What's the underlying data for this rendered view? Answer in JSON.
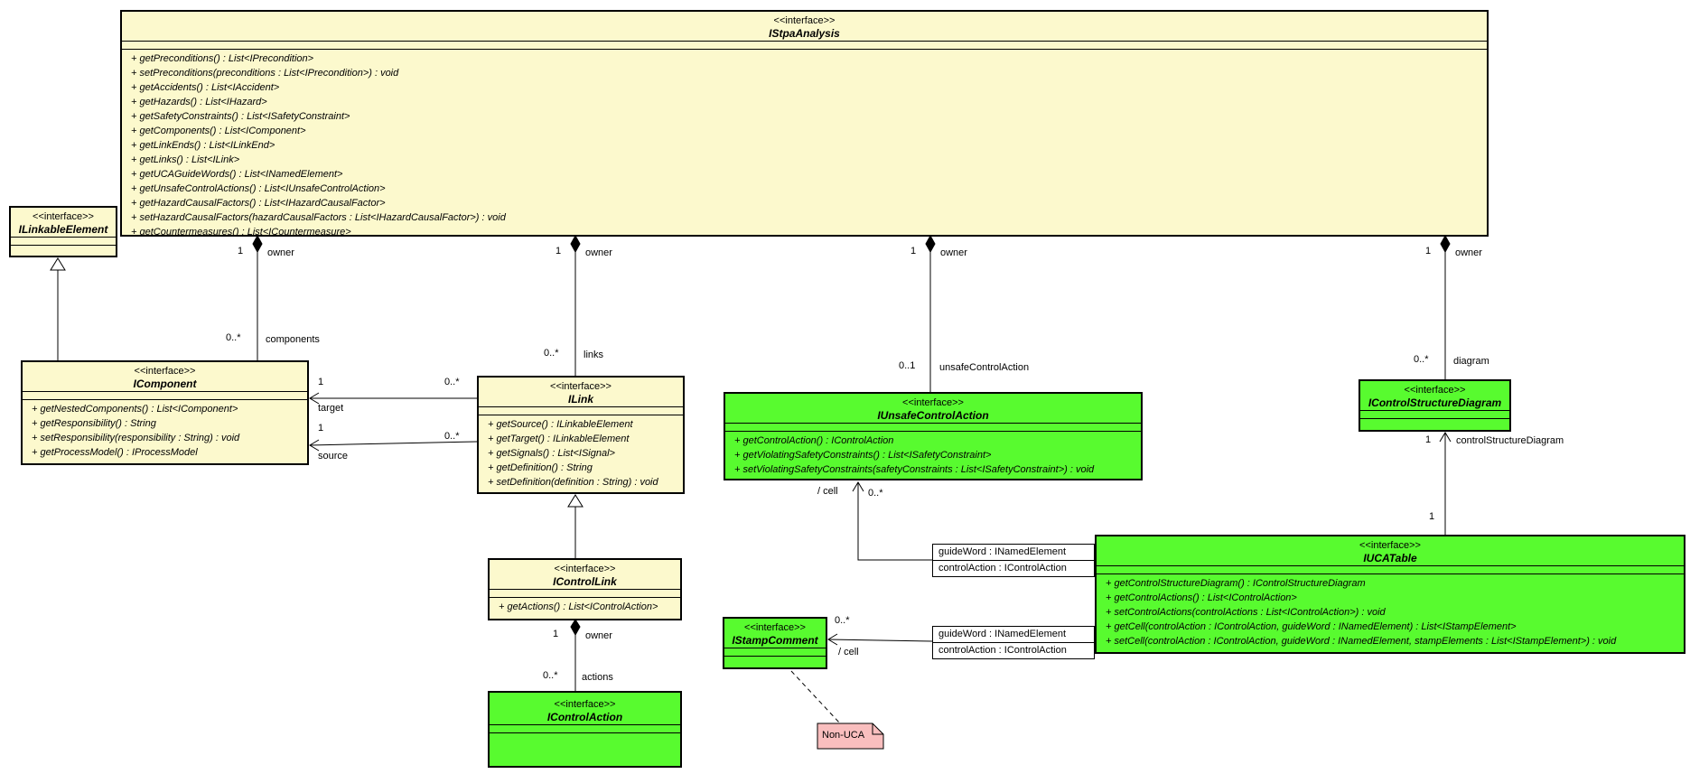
{
  "diagram": {
    "classes": {
      "stpa": {
        "stereotype": "<<interface>>",
        "name": "IStpaAnalysis",
        "methods": [
          "+ getPreconditions() : List<IPrecondition>",
          "+ setPreconditions(preconditions : List<IPrecondition>) : void",
          "+ getAccidents() : List<IAccident>",
          "+ getHazards() : List<IHazard>",
          "+ getSafetyConstraints() : List<ISafetyConstraint>",
          "+ getComponents() : List<IComponent>",
          "+ getLinkEnds() : List<ILinkEnd>",
          "+ getLinks() : List<ILink>",
          "+ getUCAGuideWords() : List<INamedElement>",
          "+ getUnsafeControlActions() : List<IUnsafeControlAction>",
          "+ getHazardCausalFactors() : List<IHazardCausalFactor>",
          "+ setHazardCausalFactors(hazardCausalFactors : List<IHazardCausalFactor>) : void",
          "+ getCountermeasures() : List<ICountermeasure>"
        ]
      },
      "linkable": {
        "stereotype": "<<interface>>",
        "name": "ILinkableElement",
        "methods": []
      },
      "component": {
        "stereotype": "<<interface>>",
        "name": "IComponent",
        "methods": [
          "+ getNestedComponents() : List<IComponent>",
          "+ getResponsibility() : String",
          "+ setResponsibility(responsibility : String) : void",
          "+ getProcessModel() : IProcessModel"
        ]
      },
      "link": {
        "stereotype": "<<interface>>",
        "name": "ILink",
        "methods": [
          "+ getSource() : ILinkableElement",
          "+ getTarget() : ILinkableElement",
          "+ getSignals() : List<ISignal>",
          "+ getDefinition() : String",
          "+ setDefinition(definition : String) : void"
        ]
      },
      "controllink": {
        "stereotype": "<<interface>>",
        "name": "IControlLink",
        "methods": [
          "+ getActions() : List<IControlAction>"
        ]
      },
      "controlaction": {
        "stereotype": "<<interface>>",
        "name": "IControlAction",
        "methods": []
      },
      "uca": {
        "stereotype": "<<interface>>",
        "name": "IUnsafeControlAction",
        "methods": [
          "+ getControlAction() : IControlAction",
          "+ getViolatingSafetyConstraints() : List<ISafetyConstraint>",
          "+ setViolatingSafetyConstraints(safetyConstraints : List<ISafetyConstraint>) : void"
        ]
      },
      "ucatable": {
        "stereotype": "<<interface>>",
        "name": "IUCATable",
        "methods": [
          "+ getControlStructureDiagram() : IControlStructureDiagram",
          "+ getControlActions() : List<IControlAction>",
          "+ setControlActions(controlActions : List<IControlAction>) : void",
          "+ getCell(controlAction : IControlAction, guideWord : INamedElement) : List<IStampElement>",
          "+ setCell(controlAction : IControlAction, guideWord : INamedElement, stampElements : List<IStampElement>) : void"
        ]
      },
      "csd": {
        "stereotype": "<<interface>>",
        "name": "IControlStructureDiagram",
        "methods": []
      },
      "stamp": {
        "stereotype": "<<interface>>",
        "name": "IStampComment",
        "methods": []
      }
    },
    "qualifier": {
      "rows": [
        "guideWord : INamedElement",
        "controlAction : IControlAction"
      ]
    },
    "labels": {
      "one": "1",
      "many": "0..*",
      "zero_one": "0..1",
      "owner": "owner",
      "components": "components",
      "links": "links",
      "unsafeControlAction": "unsafeControlAction",
      "diagram": "diagram",
      "target": "target",
      "source": "source",
      "actions": "actions",
      "cell": "/ cell",
      "controlStructureDiagram": "controlStructureDiagram"
    },
    "note": {
      "text": "Non-UCA"
    },
    "colors": {
      "interface_yellow": "#FCF9CD",
      "interface_green": "#58FB2F",
      "note_pink": "#F9BEBE",
      "line": "#000000"
    }
  }
}
